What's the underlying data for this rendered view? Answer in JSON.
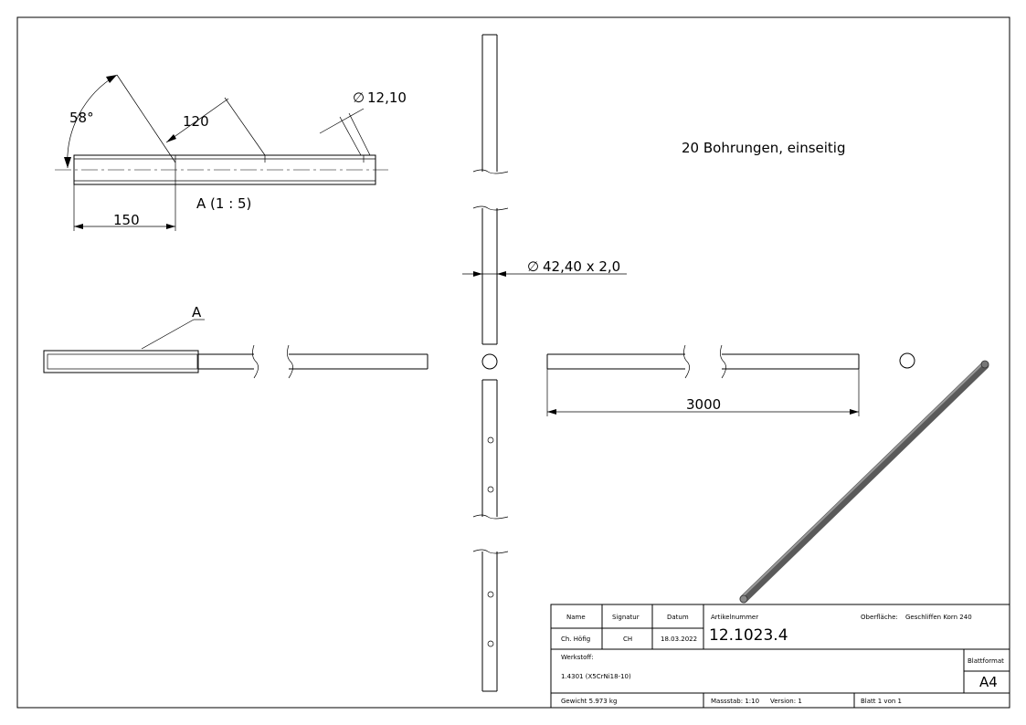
{
  "dimensions": {
    "angle": "58°",
    "spacing": "120",
    "hole_diameter": "12,10",
    "offset": "150",
    "detail_label": "A (1 : 5)",
    "tube_size": "42,40 x 2,0",
    "length": "3000",
    "detail_marker": "A",
    "diameter_symbol": "∅"
  },
  "note": "20 Bohrungen, einseitig",
  "title_block": {
    "headers": {
      "name": "Name",
      "signatur": "Signatur",
      "datum": "Datum",
      "artikel": "Artikelnummer"
    },
    "name": "Ch. Höfig",
    "signatur": "CH",
    "datum": "18.03.2022",
    "artikelnummer": "12.1023.4",
    "oberflaeche_label": "Oberfläche:",
    "oberflaeche": "Geschliffen Korn 240",
    "werkstoff_label": "Werkstoff:",
    "werkstoff": "1.4301 (X5CrNi18-10)",
    "blattformat_label": "Blattformat",
    "blattformat": "A4",
    "gewicht": "Gewicht 5.973 kg",
    "massstab": "Massstab: 1:10",
    "version": "Version: 1",
    "blatt": "Blatt 1 von 1"
  }
}
